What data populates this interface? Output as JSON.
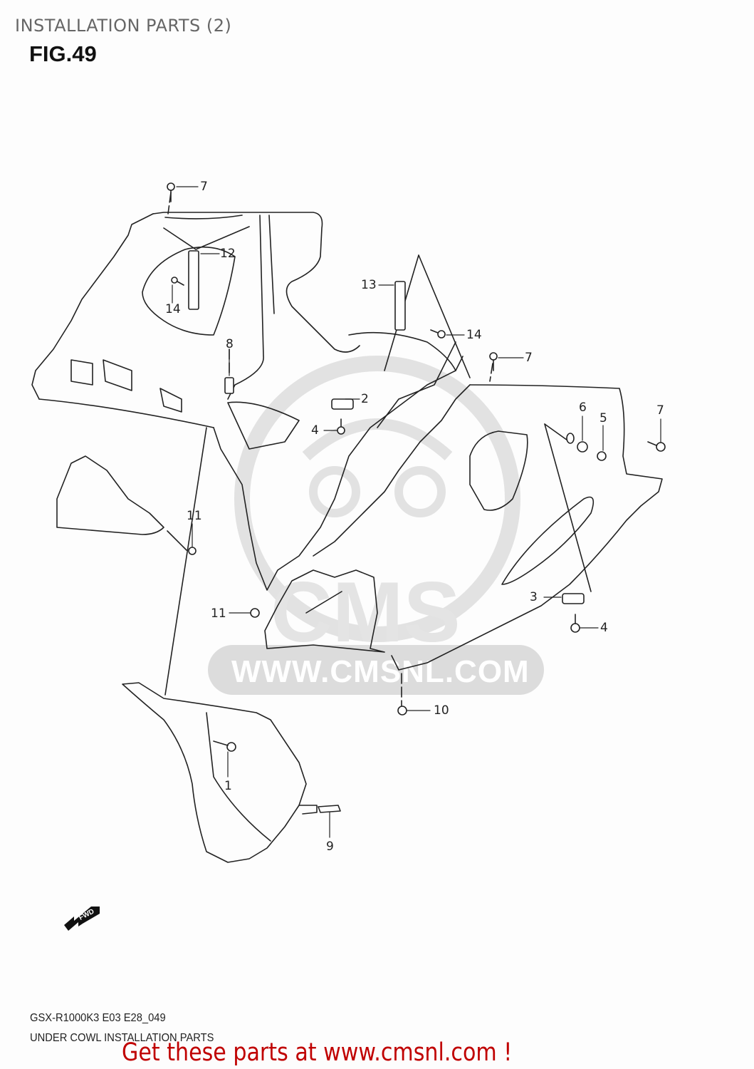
{
  "header": {
    "title": "INSTALLATION PARTS (2)",
    "figure": "FIG.49"
  },
  "diagram": {
    "watermark": {
      "logo": "CMS",
      "url": "WWW.CMSNL.COM",
      "color": "#d9d9d9"
    },
    "direction_indicator": "FWD",
    "callouts": [
      {
        "id": "c7a",
        "label": "7"
      },
      {
        "id": "c12",
        "label": "12"
      },
      {
        "id": "c14a",
        "label": "14"
      },
      {
        "id": "c13",
        "label": "13"
      },
      {
        "id": "c14b",
        "label": "14"
      },
      {
        "id": "c7b",
        "label": "7"
      },
      {
        "id": "c8",
        "label": "8"
      },
      {
        "id": "c2",
        "label": "2"
      },
      {
        "id": "c4a",
        "label": "4"
      },
      {
        "id": "c6",
        "label": "6"
      },
      {
        "id": "c5",
        "label": "5"
      },
      {
        "id": "c7c",
        "label": "7"
      },
      {
        "id": "c11a",
        "label": "11"
      },
      {
        "id": "c11b",
        "label": "11"
      },
      {
        "id": "c3",
        "label": "3"
      },
      {
        "id": "c4b",
        "label": "4"
      },
      {
        "id": "c10",
        "label": "10"
      },
      {
        "id": "c1",
        "label": "1"
      },
      {
        "id": "c9",
        "label": "9"
      }
    ]
  },
  "footer": {
    "model_code": "GSX-R1000K3 E03 E28_049",
    "description": "UNDER COWL INSTALLATION PARTS",
    "promo": "Get these parts at www.cmsnl.com !",
    "promo_color": "#c00000"
  }
}
